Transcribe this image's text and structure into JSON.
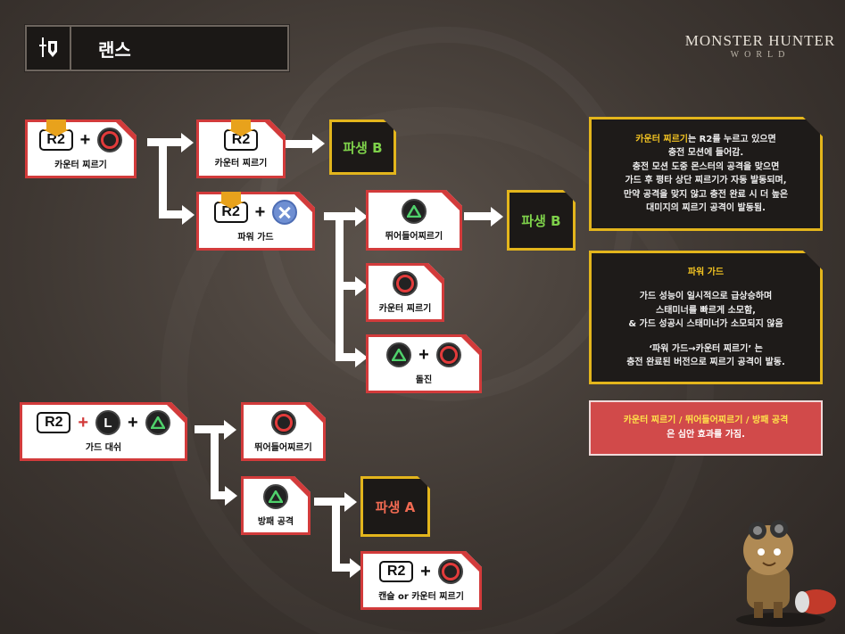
{
  "header": {
    "weapon_name": "랜스"
  },
  "logo": {
    "line1": "MONSTER HUNTER",
    "line2": "WORLD"
  },
  "colors": {
    "red": "#d23b3b",
    "gold": "#e3b51c",
    "green": "#7ed14a",
    "coral": "#f06a52"
  },
  "flow": {
    "counter_thrust": "카운터 찌르기",
    "counter_thrust_2": "카운터 찌르기",
    "power_guard": "파워 가드",
    "leaping_thrust": "뛰어들어찌르기",
    "counter_thrust_3": "카운터 찌르기",
    "charge": "돌진",
    "guard_dash": "가드 대쉬",
    "leaping_thrust_2": "뛰어들어찌르기",
    "shield_attack": "방패 공격",
    "cancel_or_counter": "캔슬 or 카운터 찌르기",
    "derive_b1": "파생 B",
    "derive_b2": "파생 B",
    "derive_a": "파생 A",
    "r2": "R2",
    "l": "L",
    "plus": "+"
  },
  "info1": {
    "hl": "카운터 찌르기",
    "line1_rest": "는 R2를 누르고 있으면",
    "line2": "충전 모션에 들어감.",
    "line3": "충전 모션 도중 몬스터의 공격을 맞으면",
    "line4": "가드 후 평타 상단 찌르기가 자동 발동되며,",
    "line5": "만약 공격을 맞지 않고 충전 완료 시 더 높은",
    "line6": "대미지의 찌르기 공격이 발동됨."
  },
  "info2": {
    "title": "파워 가드",
    "line1": "가드 성능이 일시적으로 급상승하며",
    "line2": "스태미너를 빠르게 소모함,",
    "line3": "& 가드 성공시 스태미너가 소모되지 않음",
    "line4": "‘파워 가드→카운터 찌르기’ 는",
    "line5": "충전 완료된 버전으로 찌르기 공격이 발동."
  },
  "info3": {
    "hl": "카운터 찌르기 / 뛰어들어찌르기 / 방패 공격",
    "line2": "은 심안 효과를 가짐."
  }
}
